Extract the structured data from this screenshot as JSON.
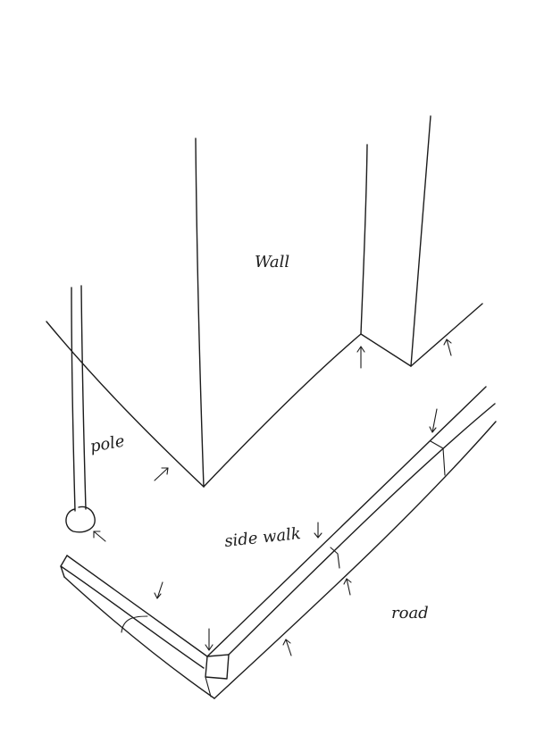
{
  "labels": {
    "wall": "Wall",
    "pole": "pole",
    "sidewalk": "side walk",
    "road": "road"
  },
  "colors": {
    "ink": "#1c1c1c",
    "paper": "#ffffff"
  }
}
